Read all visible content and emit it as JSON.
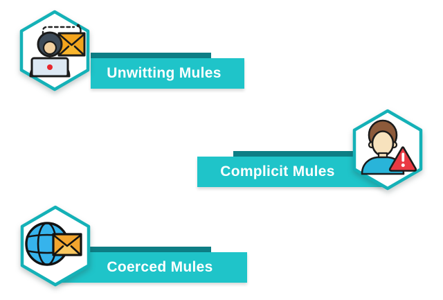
{
  "canvas": {
    "background": "#ffffff"
  },
  "colors": {
    "banner": "#1fc4c9",
    "bar": "#0d7e85",
    "hexBorder": "#14b1b7",
    "hexFill": "#ffffff",
    "label": "#ffffff"
  },
  "icon_palette": {
    "outline": "#1b1b1b",
    "envelope_orange": "#f3a41d",
    "envelope_light": "#f8c75f",
    "hood_dark": "#3e4b59",
    "skin": "#f2d0a0",
    "laptop_gray": "#dde8f3",
    "alert_red": "#ea3a43",
    "hair_brown": "#8d5a3a",
    "shirt_cyan": "#29b4d9",
    "globe_blue": "#36b3ec"
  },
  "items": [
    {
      "label": "Unwitting Mules",
      "icon": "hacker-phishing-email-icon"
    },
    {
      "label": "Complicit Mules",
      "icon": "person-warning-icon"
    },
    {
      "label": "Coerced Mules",
      "icon": "globe-email-icon"
    }
  ]
}
